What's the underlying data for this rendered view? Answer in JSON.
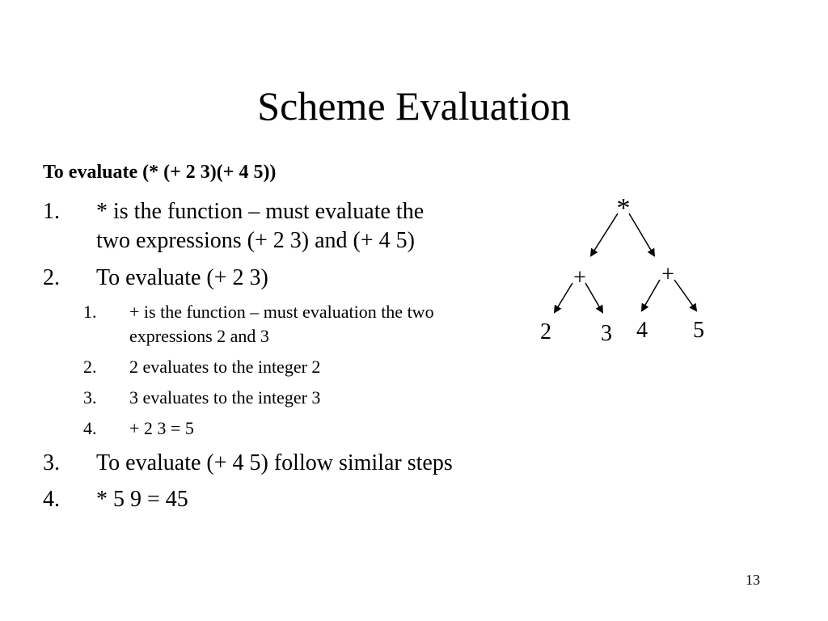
{
  "slide": {
    "title": "Scheme Evaluation",
    "intro": "To evaluate (* (+ 2 3)(+ 4 5))",
    "steps": [
      {
        "num": "1.",
        "lines": [
          "* is the function – must evaluate the",
          "two expressions (+ 2 3) and (+ 4 5)"
        ]
      },
      {
        "num": "2.",
        "lines": [
          "To evaluate (+ 2 3)"
        ]
      },
      {
        "num": "3.",
        "lines": [
          "To evaluate (+ 4 5) follow similar steps"
        ]
      },
      {
        "num": "4.",
        "lines": [
          "* 5 9 = 45"
        ]
      }
    ],
    "substeps": [
      {
        "num": "1.",
        "lines": [
          "+ is the function – must evaluation the two",
          "expressions 2 and 3"
        ]
      },
      {
        "num": "2.",
        "lines": [
          "2 evaluates to the integer 2"
        ]
      },
      {
        "num": "3.",
        "lines": [
          "3 evaluates to the integer 3"
        ]
      },
      {
        "num": "4.",
        "lines": [
          "+ 2 3 = 5"
        ]
      }
    ],
    "tree": {
      "root": "*",
      "left_op": "+",
      "right_op": "+",
      "leaves": [
        "2",
        "3",
        "4",
        "5"
      ]
    },
    "page_number": "13"
  }
}
